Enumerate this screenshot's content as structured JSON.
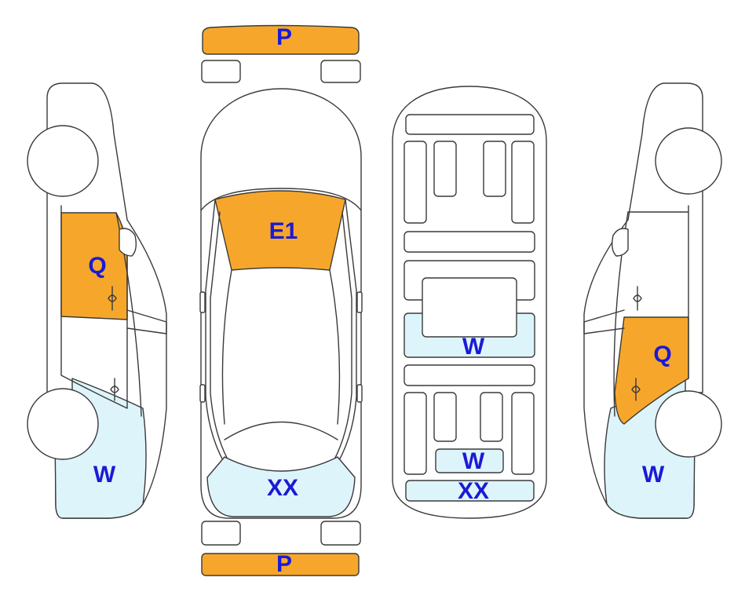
{
  "colors": {
    "orange_zone": "#f6a72b",
    "blue_zone": "#def4fb",
    "outline": "#3a3a3a",
    "label": "#1a1ad6"
  },
  "labels": {
    "front_bumper": "P",
    "rear_bumper": "P",
    "windshield": "E1",
    "rear_window": "XX",
    "left_rear_door": "Q",
    "left_rear_quarter": "W",
    "interior_middle": "W",
    "interior_rear": "W",
    "interior_trunk": "XX",
    "right_rear_door": "Q",
    "right_rear_quarter": "W"
  }
}
